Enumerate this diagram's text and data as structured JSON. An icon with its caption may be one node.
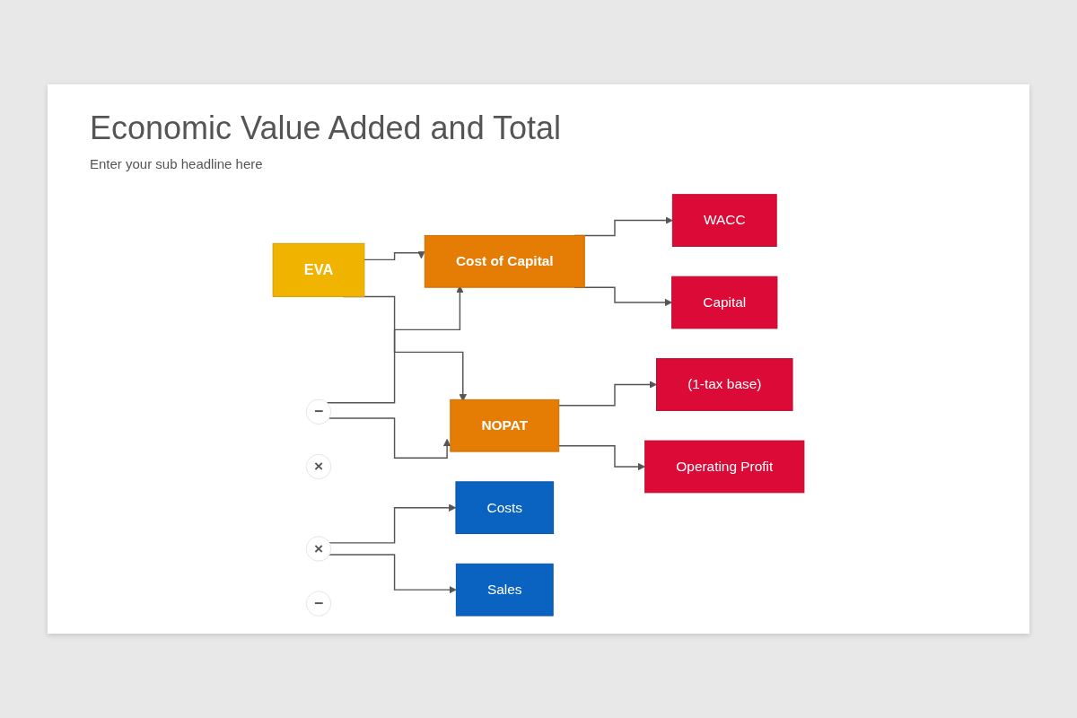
{
  "diagram": {
    "title": "Economic Value Added and Total",
    "caption": "Enter your sub headline here",
    "nodes": [
      {
        "text": [
          "EVA"
        ]
      },
      {
        "text": [
          "Cost of Capital"
        ]
      },
      {
        "text": [
          "−"
        ]
      },
      {
        "text": [
          "NOPAT"
        ]
      },
      {
        "text": [
          "WACC"
        ]
      },
      {
        "text": [
          "×"
        ]
      },
      {
        "text": [
          "Capital"
        ]
      },
      {
        "text": [
          "(1-tax base)"
        ]
      },
      {
        "text": [
          "×"
        ]
      },
      {
        "text": [
          "Operating Profit"
        ]
      },
      {
        "text": [
          "Costs"
        ]
      },
      {
        "text": [
          "−"
        ]
      },
      {
        "text": [
          "Sales"
        ]
      }
    ],
    "edges": [
      {
        "from": 0,
        "to": 1,
        "arrow": "to"
      },
      {
        "from": 0,
        "to": 3,
        "arrow": "to"
      },
      {
        "from": 1,
        "to": 4,
        "arrow": "to"
      },
      {
        "from": 1,
        "to": 6,
        "arrow": "to"
      },
      {
        "from": 2,
        "to": 1,
        "arrow": "to"
      },
      {
        "from": 2,
        "to": 3,
        "arrow": "to"
      },
      {
        "from": 3,
        "to": 7,
        "arrow": "to"
      },
      {
        "from": 3,
        "to": 9,
        "arrow": "to"
      },
      {
        "from": 8,
        "to": 10,
        "arrow": "to"
      },
      {
        "from": 8,
        "to": 12,
        "arrow": "to"
      }
    ]
  }
}
